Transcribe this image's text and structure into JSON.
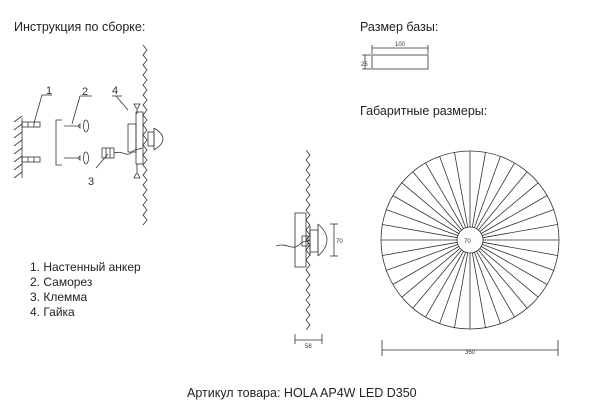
{
  "headings": {
    "assembly": "Инструкция по сборке:",
    "base_size": "Размер базы:",
    "dimensions": "Габаритные размеры:"
  },
  "legend": [
    "1. Настенный анкер",
    "2. Саморез",
    "3. Клемма",
    "4. Гайка"
  ],
  "callouts": [
    "1",
    "2",
    "3",
    "4"
  ],
  "base_dims": {
    "width": "100",
    "height": "25"
  },
  "side_dims": {
    "height": "70",
    "depth": "58"
  },
  "front_dims": {
    "center": "70",
    "diameter": "350"
  },
  "footer": "Артикул товара: HOLA AP4W LED D350"
}
